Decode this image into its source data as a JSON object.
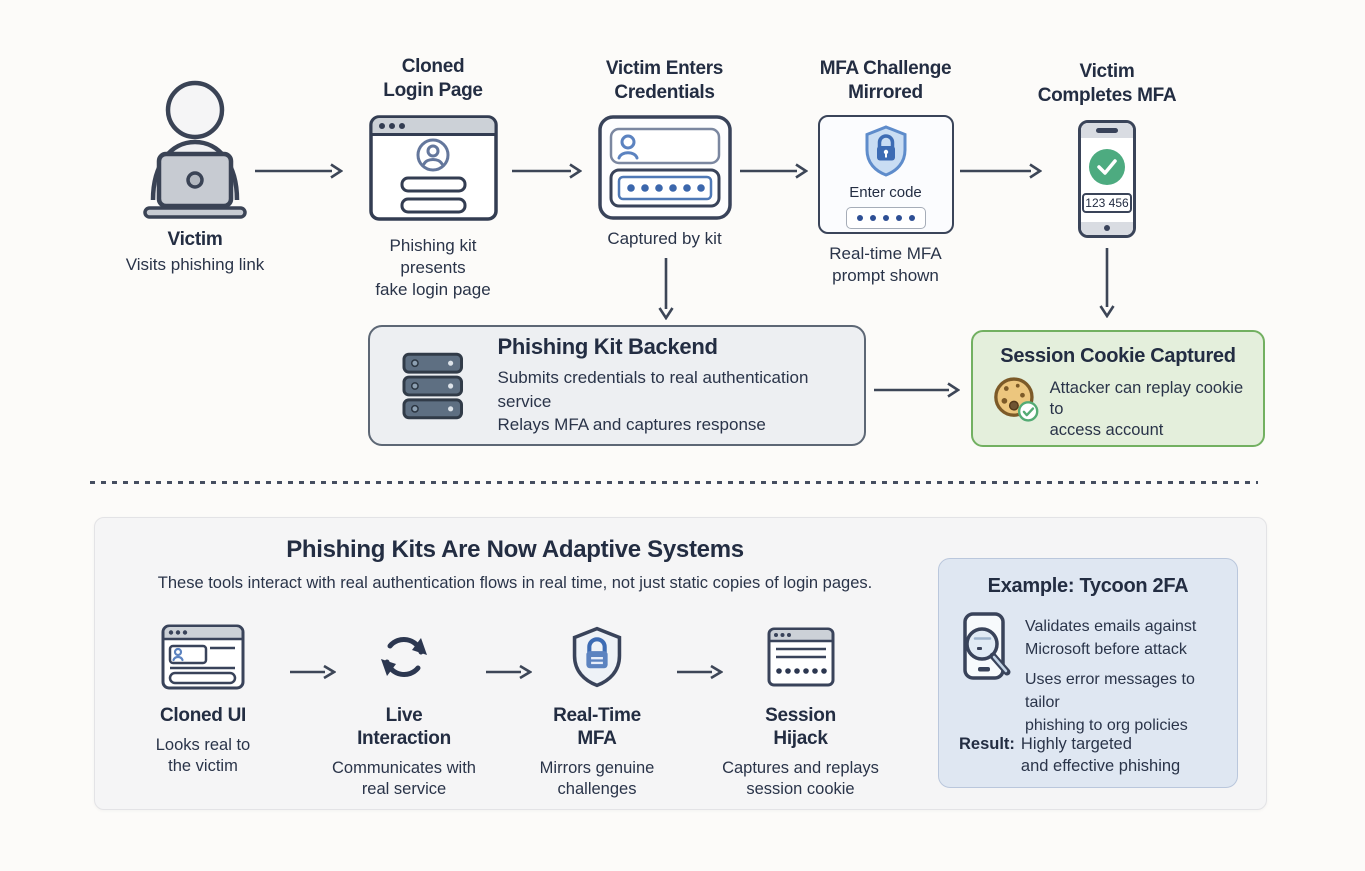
{
  "colors": {
    "background": "#fcfbf9",
    "text_dark_navy": "#242e44",
    "arrow": "#3d4657",
    "accent_blue": "#3d6cb4",
    "shield_fill": "#c9ddf3",
    "success_green": "#4dab80",
    "cookie_tan": "#ecc67e",
    "backend_box_bg": "#edeff2",
    "cookie_box_bg": "#e4efdc",
    "cookie_box_border": "#72b061",
    "bottom_panel_bg": "#f5f5f6",
    "example_panel_bg": "#dfe7f2"
  },
  "top_flow": {
    "steps": [
      {
        "title": "Victim",
        "caption": "Visits phishing link"
      },
      {
        "title": "Cloned\nLogin Page",
        "caption": "Phishing kit presents\nfake login page"
      },
      {
        "title": "Victim Enters\nCredentials",
        "caption": "Captured by kit"
      },
      {
        "title": "MFA Challenge\nMirrored",
        "caption": "Real-time MFA\nprompt shown",
        "enter_code_label": "Enter code"
      },
      {
        "title": "Victim\nCompletes MFA",
        "phone_code": "123 456"
      }
    ]
  },
  "backend_box": {
    "title": "Phishing Kit Backend",
    "line1": "Submits credentials to real authentication service",
    "line2": "Relays MFA and captures response"
  },
  "cookie_box": {
    "title": "Session Cookie Captured",
    "text": "Attacker can replay cookie to\naccess account"
  },
  "bottom_panel": {
    "title": "Phishing Kits Are Now Adaptive Systems",
    "subtitle": "These tools interact with real authentication flows in real time, not just static copies of login pages.",
    "features": [
      {
        "title": "Cloned UI",
        "caption": "Looks real to\nthe victim"
      },
      {
        "title": "Live\nInteraction",
        "caption": "Communicates with\nreal service"
      },
      {
        "title": "Real-Time\nMFA",
        "caption": "Mirrors genuine\nchallenges"
      },
      {
        "title": "Session\nHijack",
        "caption": "Captures and replays\nsession cookie"
      }
    ],
    "example": {
      "title": "Example: Tycoon 2FA",
      "bullets": [
        "Validates emails against\nMicrosoft before attack",
        "Uses error messages to tailor\nphishing to org policies"
      ],
      "result_label": "Result:",
      "result_text": "Highly targeted\nand effective phishing"
    }
  }
}
